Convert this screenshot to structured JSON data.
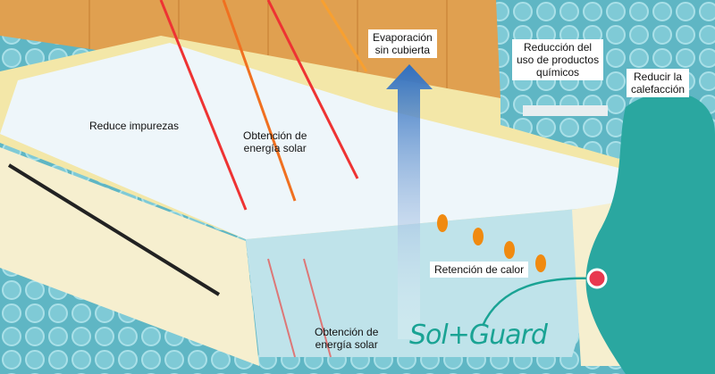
{
  "labels": {
    "reduce_impurities": "Reduce impurezas",
    "solar_top": [
      "Obtención de",
      "energía solar"
    ],
    "evaporation": [
      "Evaporación",
      "sin cubierta"
    ],
    "chemicals": [
      "Reducción del",
      "uso de productos",
      "químicos"
    ],
    "heating": [
      "Reducir la",
      "calefacción"
    ],
    "heat_retention": "Retención de calor",
    "solar_bottom": [
      "Obtención de",
      "energía solar"
    ]
  },
  "brand": "Sol+Guard",
  "colors": {
    "water": "#5fb6c4",
    "deck": "#f3e7a8",
    "fence": "#e0a050",
    "arrow": "#2f6fc0",
    "cover": "#2aa7a0",
    "dot": "#e8384f"
  }
}
